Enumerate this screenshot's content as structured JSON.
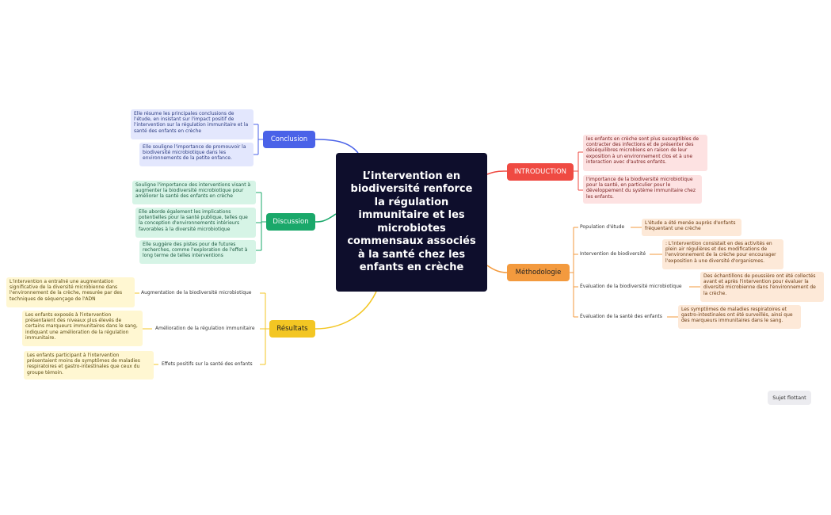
{
  "central": "L’intervention en biodiversité renforce la régulation immunitaire et les microbiotes commensaux associés à la santé chez les enfants en crèche",
  "colors": {
    "conclusion": "#4a62e8",
    "discussion": "#1aa86a",
    "resultats": "#f3c623",
    "introduction": "#ef4a42",
    "methodologie": "#f39a3e",
    "center": "#0e0e2c"
  },
  "branches": {
    "conclusion": {
      "label": "Conclusion",
      "notes": [
        "Elle résume les principales conclusions de l'étude, en insistant sur l'impact positif de l'intervention sur la régulation immunitaire et la santé des enfants en crèche",
        "Elle souligne l'importance de promouvoir la biodiversité microbiotique dans les environnements de la petite enfance."
      ]
    },
    "discussion": {
      "label": "Discussion",
      "notes": [
        "Souligne l'importance des interventions visant à augmenter la biodiversité microbiotique pour améliorer la santé des enfants en crèche",
        "Elle aborde également les implications potentielles pour la santé publique, telles que la conception d'environnements intérieurs favorables à la diversité microbiotique",
        "Elle suggère des pistes pour de futures recherches, comme l'exploration de l'effet à long terme de telles interventions"
      ]
    },
    "resultats": {
      "label": "Résultats",
      "subs": [
        {
          "label": "Augmentation de la biodiversité microbiotique",
          "note": "L'intervention a entraîné une augmentation significative de la diversité microbienne dans l'environnement de la crèche, mesurée par des techniques de séquençage de l'ADN"
        },
        {
          "label": "Amélioration de la régulation immunitaire",
          "note": "Les enfants exposés à l'intervention présentaient des niveaux plus élevés de certains marqueurs immunitaires dans le sang, indiquant une amélioration de la régulation immunitaire."
        },
        {
          "label": "Effets positifs sur la santé des enfants",
          "note": "Les enfants participant à l'intervention présentaient moins de symptômes de maladies respiratoires et gastro-intestinales que ceux du groupe témoin."
        }
      ]
    },
    "introduction": {
      "label": "INTRODUCTION",
      "notes": [
        "les enfants en crèche sont plus susceptibles de contracter des infections et de présenter des déséquilibres microbiens en raison de leur exposition à un environnement clos et à une interaction avec d'autres enfants.",
        "l'importance de la biodiversité microbiotique pour la santé, en particulier pour le développement du système immunitaire chez les enfants."
      ]
    },
    "methodologie": {
      "label": "Méthodologie",
      "subs": [
        {
          "label": "Population d'étude",
          "note": "L'étude a été menée auprès d'enfants fréquentant une crèche"
        },
        {
          "label": "Intervention de biodiversité",
          "note": ": L'intervention consistait en des activités en plein air régulières et des modifications de l'environnement de la crèche pour encourager l'exposition à une diversité d'organismes."
        },
        {
          "label": "Évaluation de la biodiversité microbiotique",
          "note": "Des échantillons de poussière ont été collectés avant et après l'intervention pour évaluer la diversité microbienne dans l'environnement de la crèche."
        },
        {
          "label": "Évaluation de la santé des enfants",
          "note": "Les symptômes de maladies respiratoires et gastro-intestinales ont été surveillés, ainsi que des marqueurs immunitaires dans le sang."
        }
      ]
    }
  },
  "floating": "Sujet flottant"
}
